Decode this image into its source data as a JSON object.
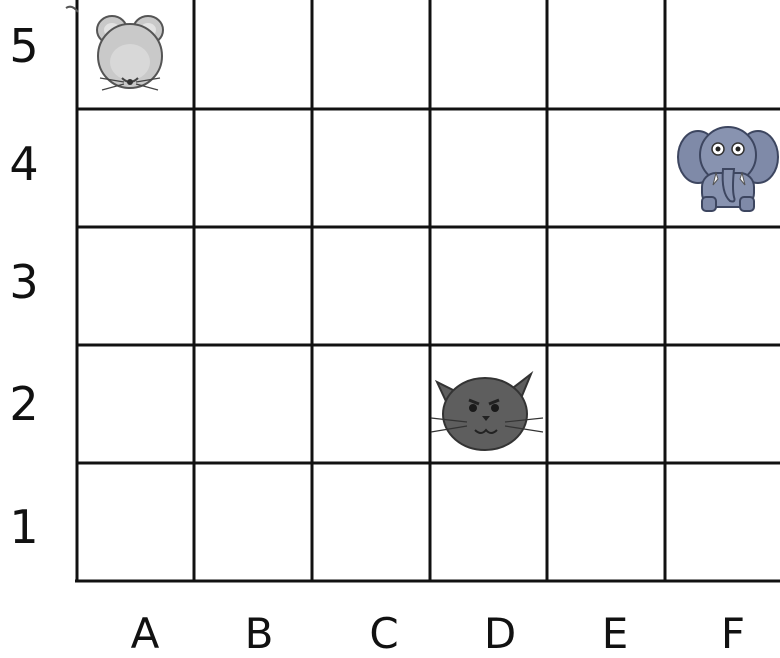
{
  "grid": {
    "columns": [
      "A",
      "B",
      "C",
      "D",
      "E",
      "F"
    ],
    "rows": [
      "5",
      "4",
      "3",
      "2",
      "1"
    ]
  },
  "animals": [
    {
      "name": "mouse",
      "column": "A",
      "row": "5",
      "icon": "mouse-icon"
    },
    {
      "name": "elephant",
      "column": "F",
      "row": "4",
      "icon": "elephant-icon"
    },
    {
      "name": "cat",
      "column": "D",
      "row": "2",
      "icon": "cat-icon"
    }
  ],
  "colors": {
    "line": "#111111",
    "mouse": "#c9c9c9",
    "elephant": "#7f8aa8",
    "cat": "#5e5e5e"
  }
}
